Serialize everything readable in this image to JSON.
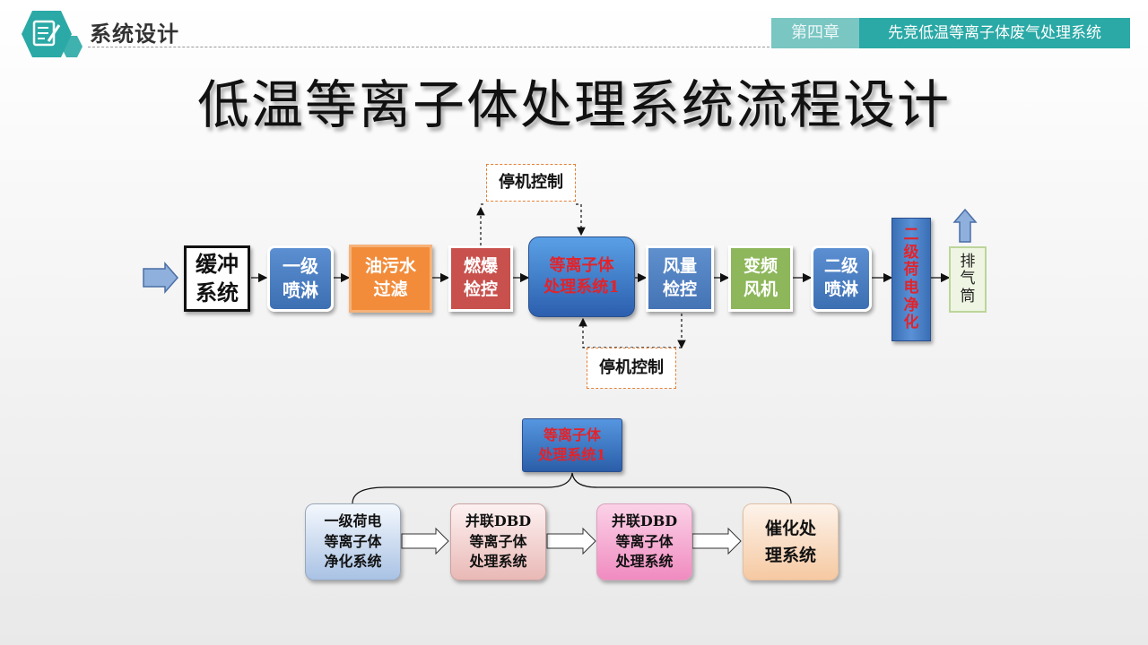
{
  "header": {
    "section_title": "系统设计",
    "chapter_tab": "第四章",
    "subject_tab": "先竞低温等离子体废气处理系统"
  },
  "main_title": "低温等离子体处理系统流程设计",
  "flow": {
    "buffer": [
      "缓冲",
      "系统"
    ],
    "spray1": [
      "一级",
      "喷淋"
    ],
    "oil_filter": [
      "油污水",
      "过滤"
    ],
    "explosion": [
      "燃爆",
      "检控"
    ],
    "plasma": [
      "等离子体",
      "处理系统1"
    ],
    "airflow": [
      "风量",
      "检控"
    ],
    "vfd_fan": [
      "变频",
      "风机"
    ],
    "spray2": [
      "二级",
      "喷淋"
    ],
    "charge2": [
      "二",
      "级",
      "荷",
      "电",
      "净",
      "化"
    ],
    "stack": [
      "排",
      "气",
      "筒"
    ],
    "stop_control_top": "停机控制",
    "stop_control_bottom": "停机控制"
  },
  "sub_flow": {
    "plasma": [
      "等离子体",
      "处理系统1"
    ],
    "stage1": [
      "一级荷电",
      "等离子体",
      "净化系统"
    ],
    "stage2": [
      "并联DBD",
      "等离子体",
      "处理系统"
    ],
    "stage3": [
      "并联DBD",
      "等离子体",
      "处理系统"
    ],
    "stage4": [
      "催化处",
      "理系统"
    ]
  },
  "colors": {
    "accent_teal": "#2aa9a6",
    "box_blue": "#3d6fb3",
    "box_orange": "#f28c3b",
    "box_red": "#c8514d",
    "box_green": "#8db75a",
    "plasma_text_red": "#e2232a"
  },
  "icons": {
    "logo": "edit-document-icon",
    "inlet": "inlet-arrow-icon",
    "outlet": "outlet-arrow-up-icon"
  }
}
